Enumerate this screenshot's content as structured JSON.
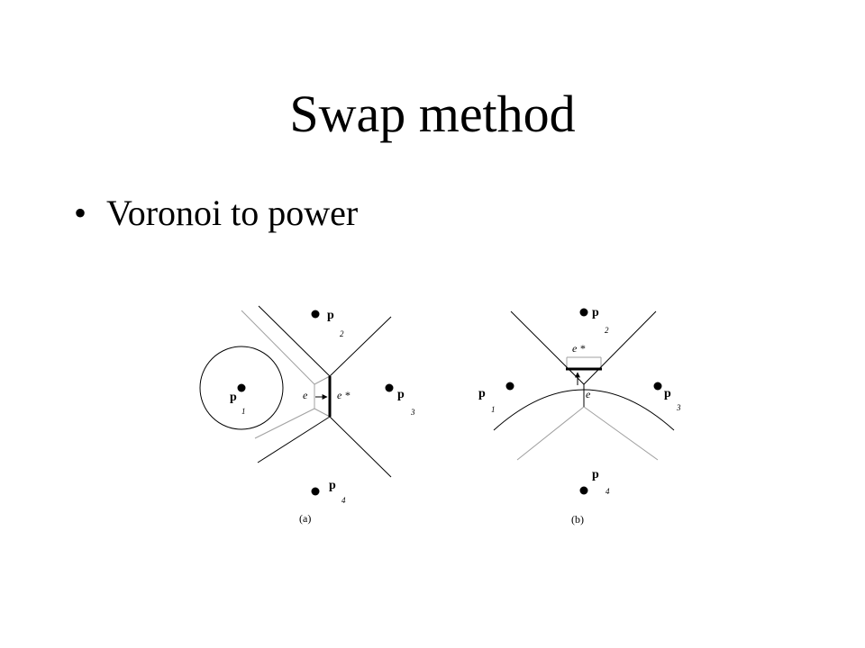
{
  "slide": {
    "title": "Swap method",
    "bullets": [
      {
        "symbol": "•",
        "text": "Voronoi to power"
      }
    ]
  },
  "diagram_a": {
    "caption": "(a)",
    "sites": [
      {
        "id": "p1",
        "letter": "p",
        "index": "1"
      },
      {
        "id": "p2",
        "letter": "p",
        "index": "2"
      },
      {
        "id": "p3",
        "letter": "p",
        "index": "3"
      },
      {
        "id": "p4",
        "letter": "p",
        "index": "4"
      }
    ],
    "edge_label": "e",
    "dual_edge_label": "e *"
  },
  "diagram_b": {
    "caption": "(b)",
    "sites": [
      {
        "id": "p1",
        "letter": "p",
        "index": "1"
      },
      {
        "id": "p2",
        "letter": "p",
        "index": "2"
      },
      {
        "id": "p3",
        "letter": "p",
        "index": "3"
      },
      {
        "id": "p4",
        "letter": "p",
        "index": "4"
      }
    ],
    "edge_label": "e",
    "dual_edge_label": "e *"
  },
  "colors": {
    "ink": "#000000",
    "light_line": "#a0a0a0",
    "background": "#ffffff"
  }
}
